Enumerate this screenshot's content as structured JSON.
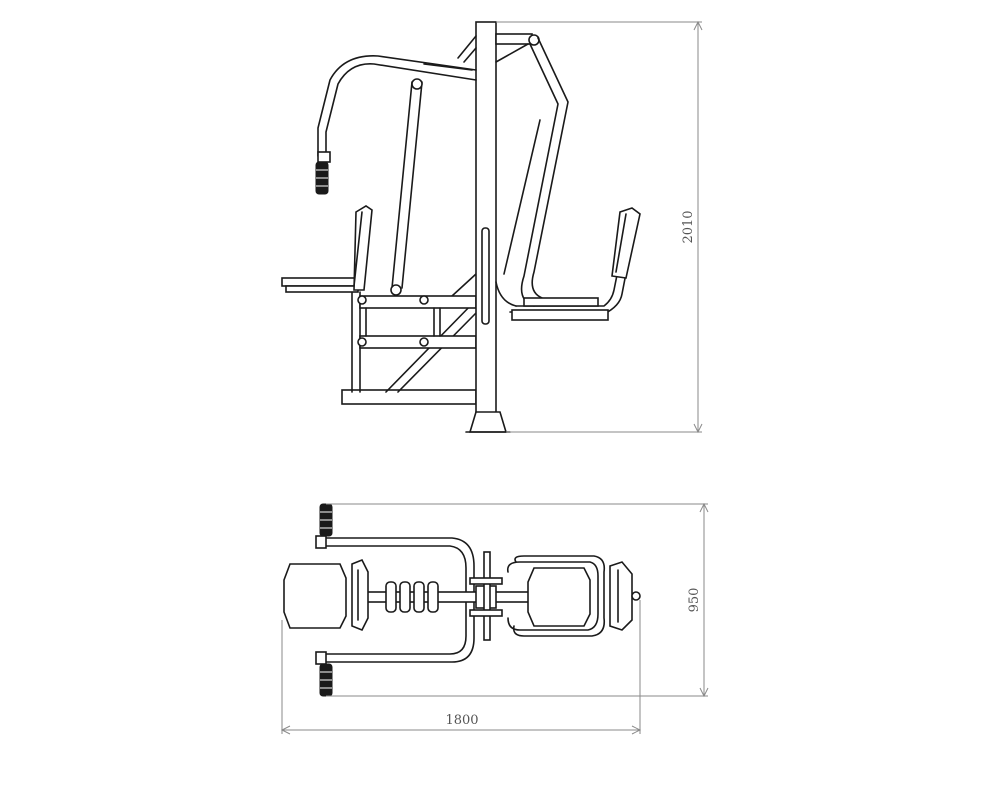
{
  "dimensions": {
    "height": "2010",
    "width": "950",
    "length": "1800"
  }
}
